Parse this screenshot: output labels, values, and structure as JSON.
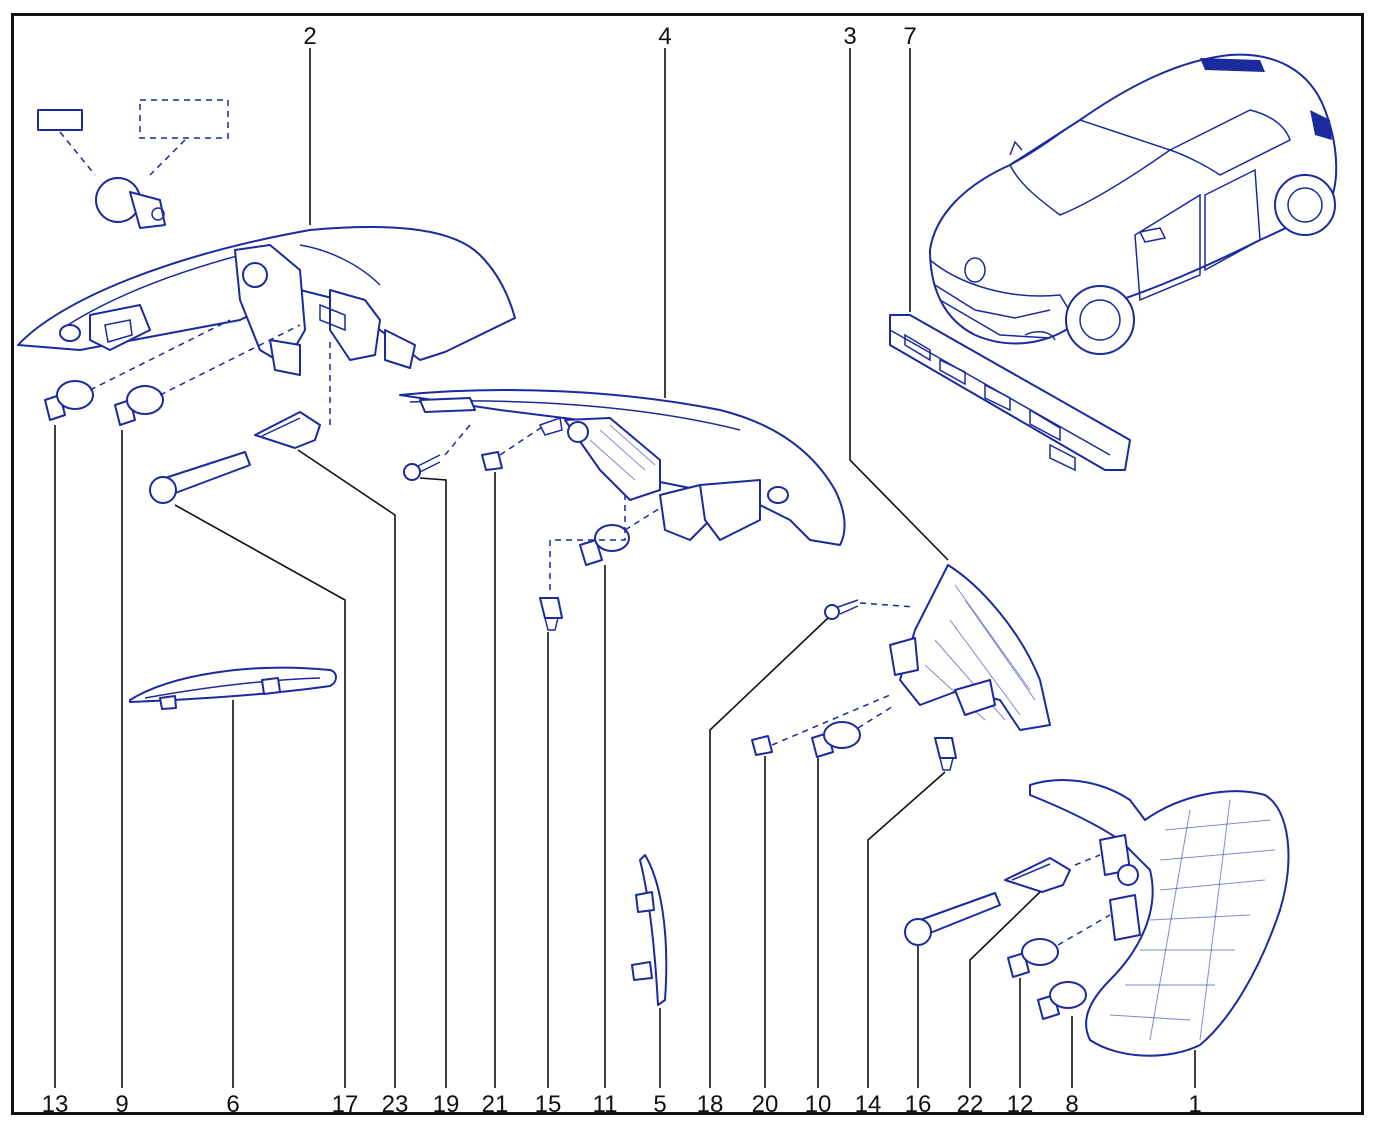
{
  "diagram": {
    "top_labels": [
      "2",
      "4",
      "3",
      "7"
    ],
    "bottom_labels": [
      "13",
      "9",
      "6",
      "17",
      "23",
      "19",
      "21",
      "15",
      "11",
      "5",
      "18",
      "20",
      "10",
      "14",
      "16",
      "22",
      "12",
      "8",
      "1"
    ],
    "colors": {
      "line_art": "#1b2a9c",
      "callouts": "#111111",
      "frame": "#111111"
    },
    "parts": [
      "car-overview",
      "headlamp-unit",
      "front-side-lamp",
      "front-corner-lamp",
      "rear-tail-lamp",
      "third-brake-lamp",
      "side-repeater",
      "side-reflector",
      "bulbs",
      "screws",
      "clips"
    ]
  }
}
